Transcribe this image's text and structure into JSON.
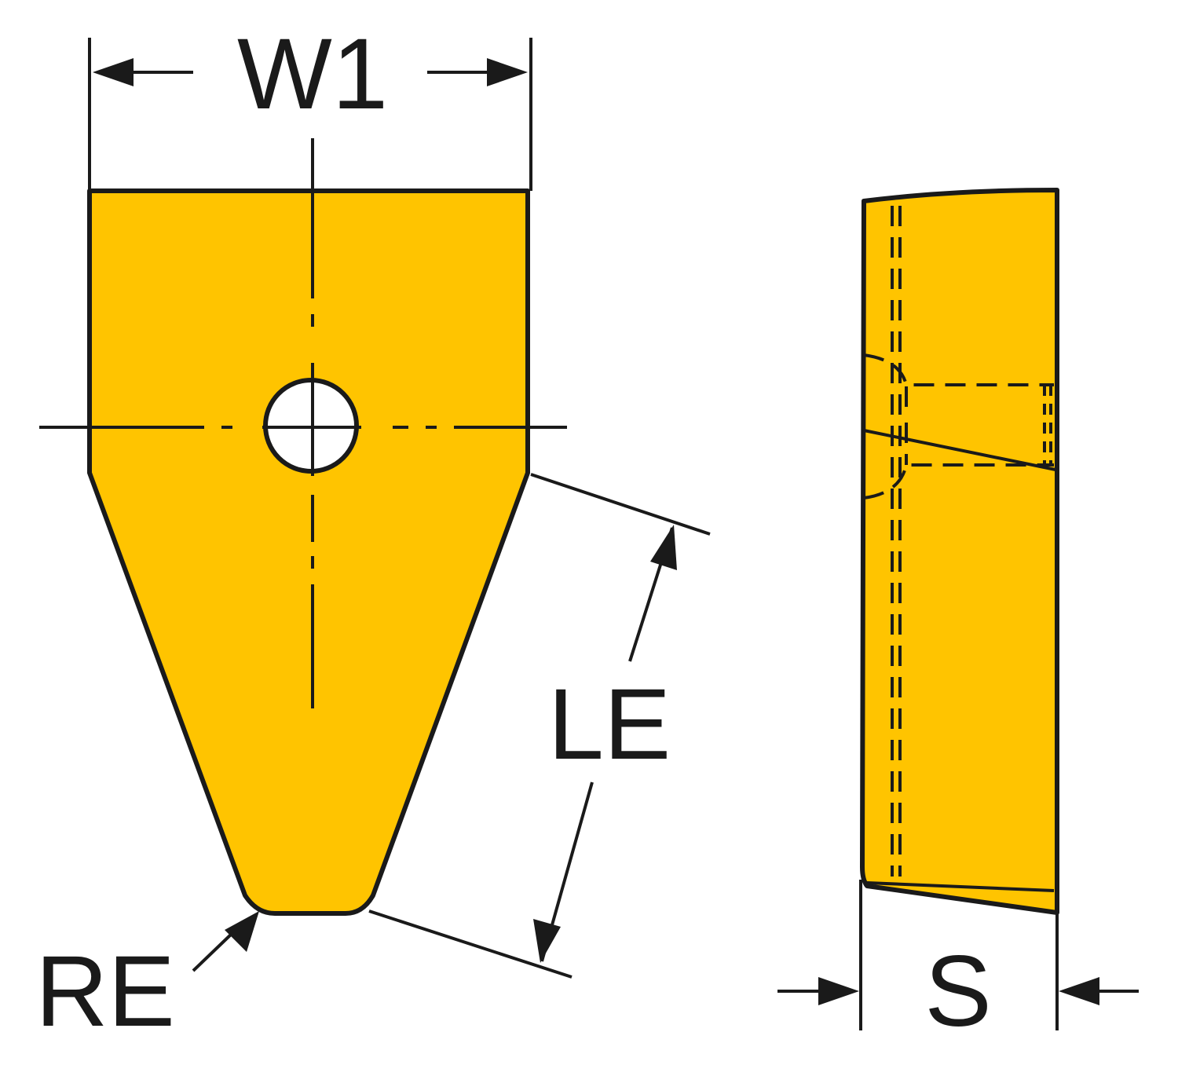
{
  "labels": {
    "width": "W1",
    "edge_length": "LE",
    "corner_radius": "RE",
    "thickness": "S"
  },
  "colors": {
    "insert_fill": "#FFC400",
    "line": "#1a1a1a",
    "background": "#ffffff"
  }
}
